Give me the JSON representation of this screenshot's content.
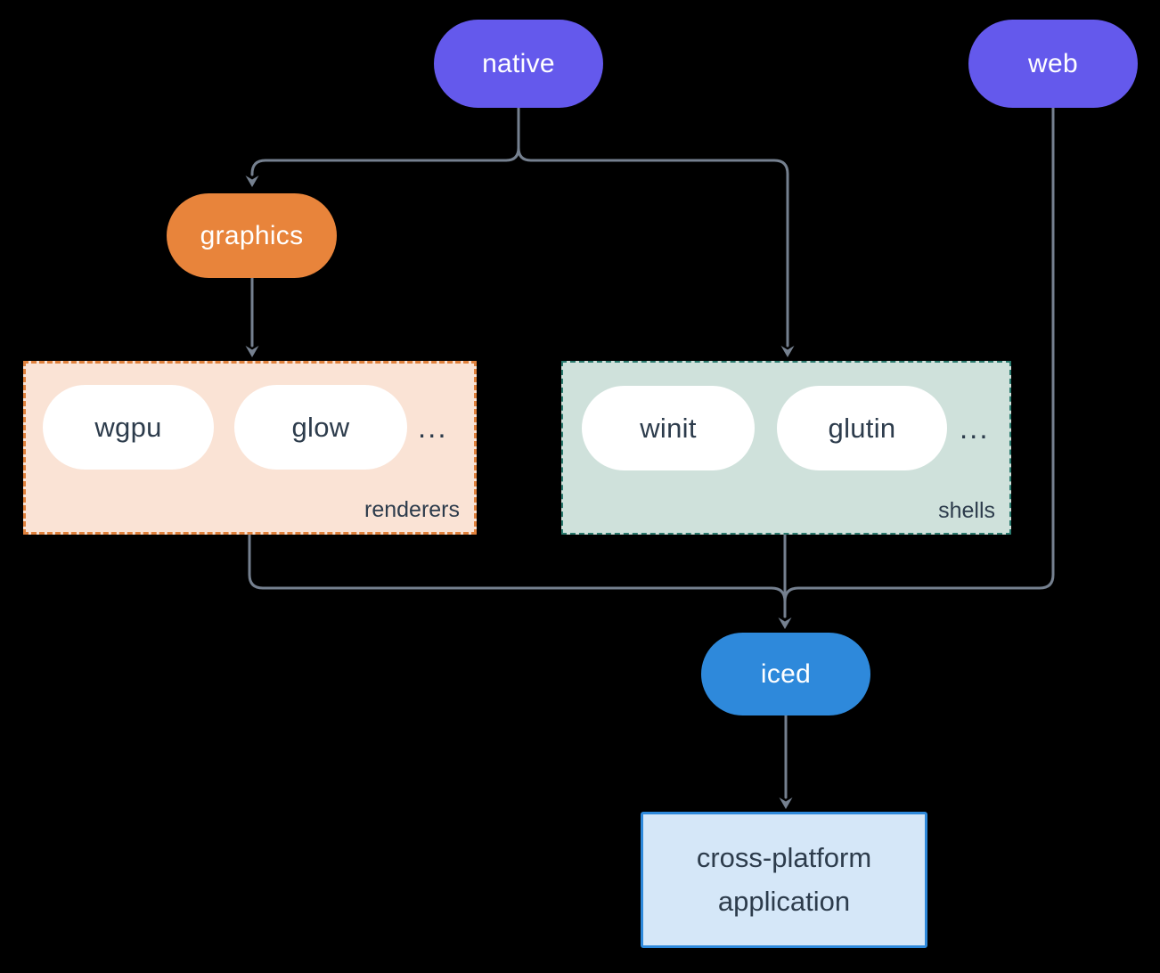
{
  "diagram": {
    "nodes": {
      "native": "native",
      "web": "web",
      "graphics": "graphics",
      "iced": "iced",
      "application": "cross-platform\napplication"
    },
    "groups": {
      "renderers": {
        "label": "renderers",
        "items": [
          "wgpu",
          "glow"
        ],
        "ellipsis": "..."
      },
      "shells": {
        "label": "shells",
        "items": [
          "winit",
          "glutin"
        ],
        "ellipsis": "..."
      }
    },
    "colors": {
      "background": "#000000",
      "purple_node": "#6459EC",
      "orange_node": "#E8843B",
      "blue_node": "#2E89DB",
      "connector_line": "#75808F",
      "renderers_fill": "#FAE3D5",
      "renderers_border": "#E0813C",
      "shells_fill": "#CFE1DB",
      "shells_border": "#2A7A6E",
      "application_fill": "#D5E7F8",
      "application_border": "#2E89DB",
      "inner_pill_fill": "#FFFFFF",
      "dark_text": "#2D3C4C",
      "light_text": "#FFFFFF"
    }
  }
}
